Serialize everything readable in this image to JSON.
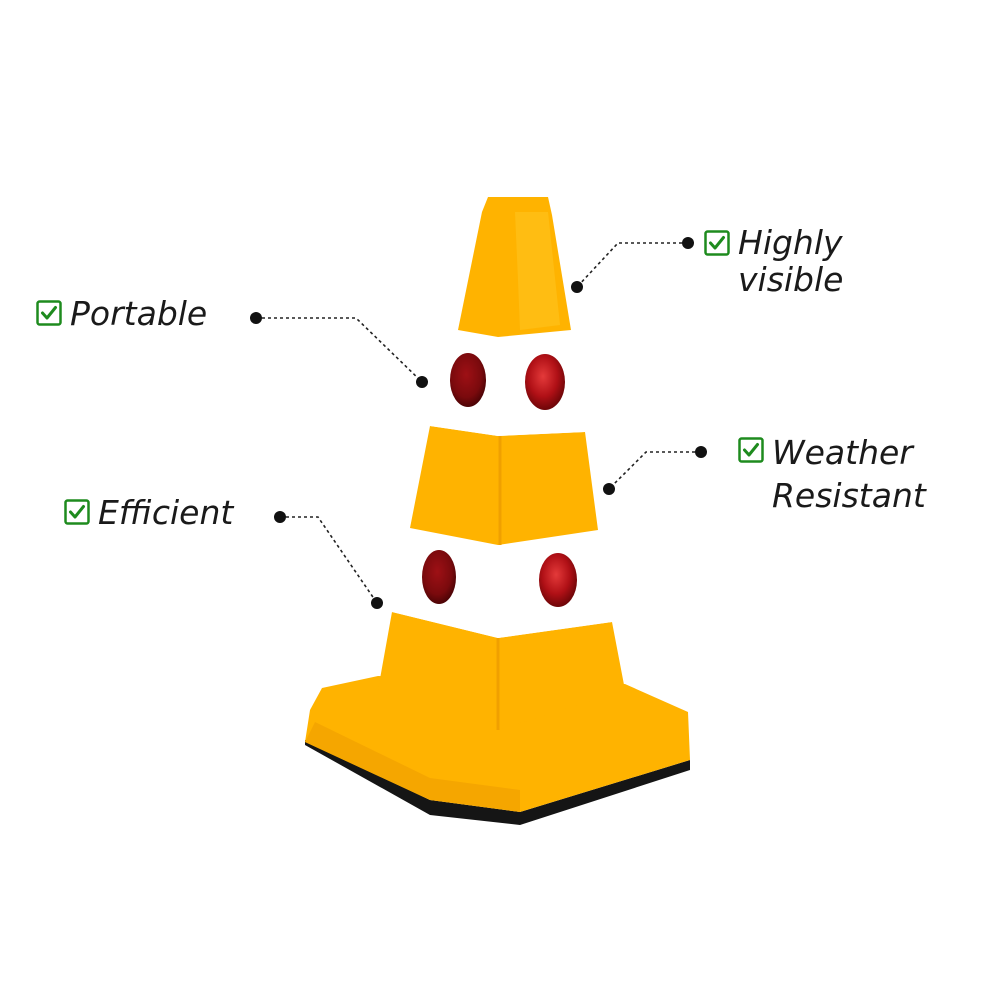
{
  "features": {
    "portable": "Portable",
    "efficient": "Efficient",
    "highly_visible": "Highly visible",
    "weather_resistant": "Weather Resistant"
  },
  "icons": {
    "check": "checkbox-checked-icon"
  },
  "colors": {
    "cone_yellow": "#FFB300",
    "cone_shadow": "#F2A200",
    "reflective_band": "#FFFFFF",
    "reflector_red": "#A80E12",
    "base_black": "#151515",
    "check_green": "#1E8B1E",
    "leader_line": "#222222"
  }
}
